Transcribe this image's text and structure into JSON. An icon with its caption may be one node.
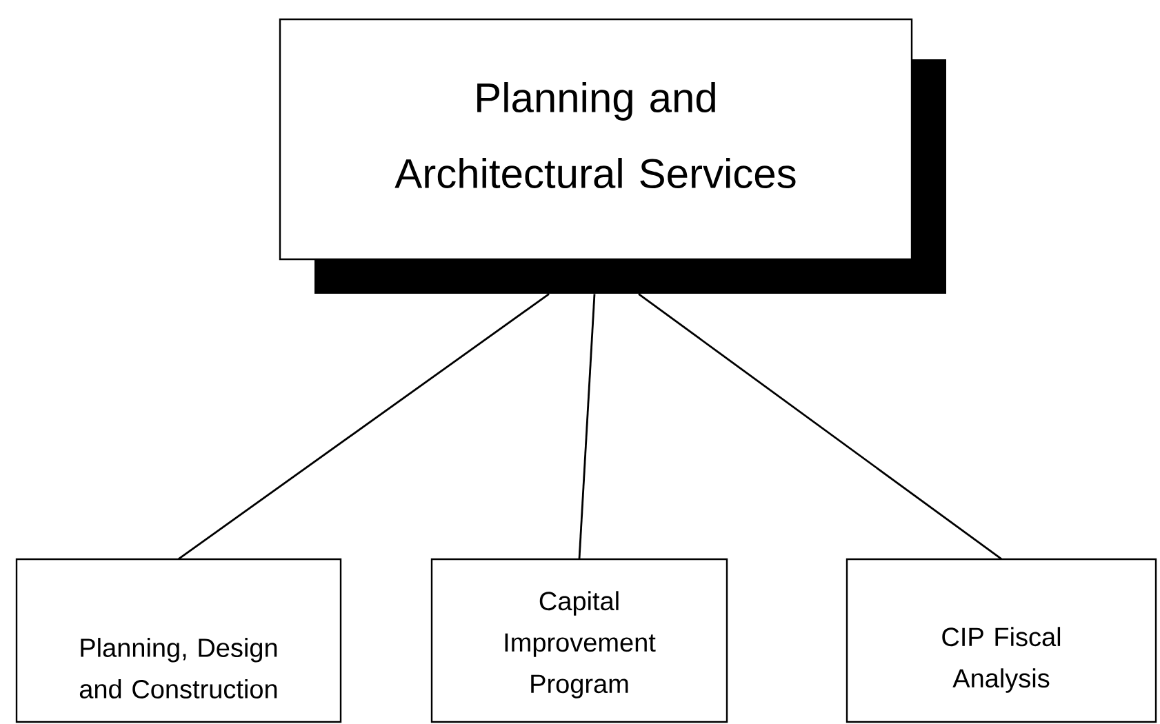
{
  "diagram": {
    "nodes": [
      {
        "text": [
          "Planning and Architectural Services"
        ]
      },
      {
        "text": [
          "Planning, Design and Construction"
        ]
      },
      {
        "text": [
          "Capital Improvement Program"
        ]
      },
      {
        "text": [
          "CIP Fiscal Analysis"
        ]
      }
    ],
    "edges": [
      {
        "from": 0,
        "to": 1,
        "arrow": "none"
      },
      {
        "from": 0,
        "to": 2,
        "arrow": "none"
      },
      {
        "from": 0,
        "to": 3,
        "arrow": "none"
      }
    ]
  }
}
